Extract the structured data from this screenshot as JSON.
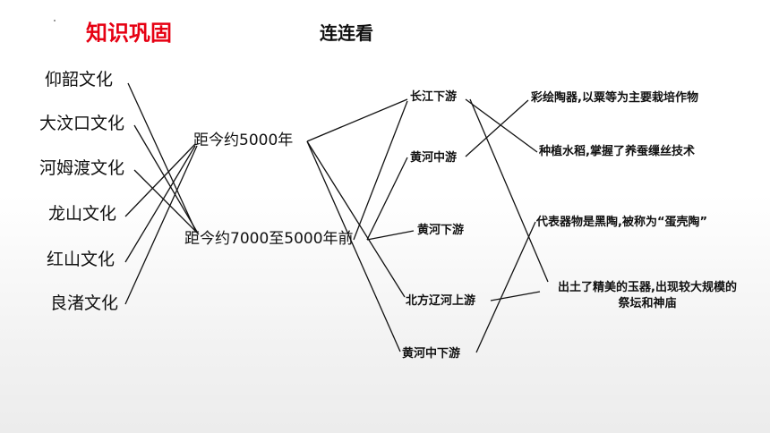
{
  "header": {
    "title": "知识巩固",
    "subtitle": "连连看"
  },
  "cultures": [
    "仰韶文化",
    "大汶口文化",
    "河姆渡文化",
    "龙山文化",
    "红山文化",
    "良渚文化"
  ],
  "eras": [
    "距今约5000年",
    "距今约7000至5000年前"
  ],
  "regions": [
    "长江下游",
    "黄河中游",
    "黄河下游",
    "北方辽河上游",
    "黄河中下游"
  ],
  "features": {
    "f1": "彩绘陶器,以粟等为主要栽培作物",
    "f2": "种植水稻,掌握了养蚕缫丝技术",
    "f3": "代表器物是黑陶,被称为“蛋壳陶”",
    "f4_line1": "出土了精美的玉器,出现较大规模的",
    "f4_line2": "祭坛和神庙"
  },
  "colors": {
    "title": "#e60012",
    "text": "#111111",
    "line": "#111111"
  }
}
